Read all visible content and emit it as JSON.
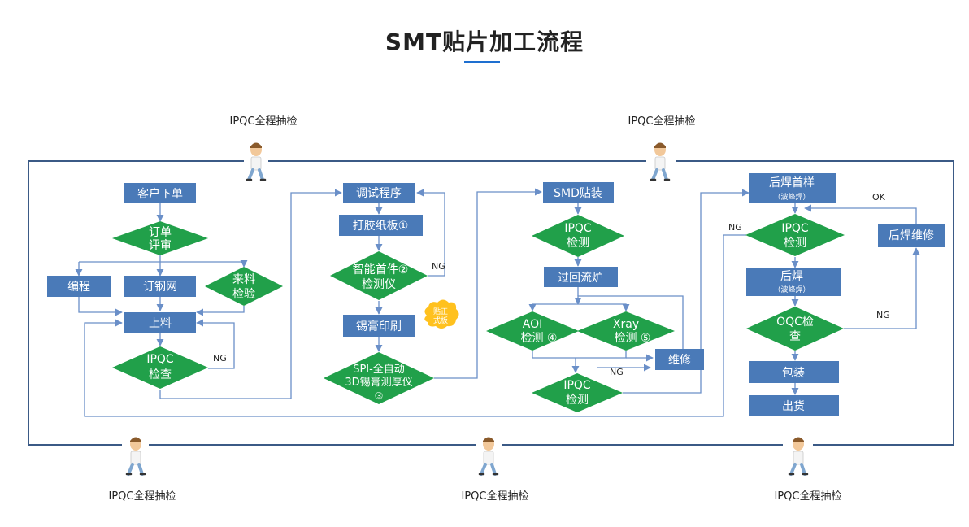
{
  "page": {
    "title": "SMT贴片加工流程"
  },
  "inspectors": {
    "top_left": "IPQC全程抽检",
    "top_right": "IPQC全程抽检",
    "bottom_left": "IPQC全程抽检",
    "bottom_middle": "IPQC全程抽检",
    "bottom_right": "IPQC全程抽检"
  },
  "stage1": {
    "order": "客户下单",
    "review_l1": "订单",
    "review_l2": "评审",
    "program": "编程",
    "stencil": "订钢网",
    "incoming_l1": "来料",
    "incoming_l2": "检验",
    "load": "上料",
    "ipqc_l1": "IPQC",
    "ipqc_l2": "检查",
    "ng": "NG"
  },
  "stage2": {
    "debug": "调试程序",
    "glue": "打胶纸板①",
    "first_l1": "智能首件②",
    "first_l2": "检测仪",
    "ng": "NG",
    "paste": "锡膏印刷",
    "trial_l1": "贴正",
    "trial_l2": "式板",
    "spi_l1": "SPI-全自动",
    "spi_l2": "3D锡膏测厚仪",
    "spi_l3": "③"
  },
  "stage3": {
    "smd": "SMD贴装",
    "ipqc_l1": "IPQC",
    "ipqc_l2": "检测",
    "reflow": "过回流炉",
    "aoi_l1": "AOI",
    "aoi_l2": "检测 ④",
    "xray_l1": "Xray",
    "xray_l2": "检测 ⑤",
    "repair": "维修",
    "ng": "NG",
    "ipqc2_l1": "IPQC",
    "ipqc2_l2": "检测"
  },
  "stage4": {
    "sample_l1": "后焊首样",
    "sample_l2": "（波峰焊）",
    "ipqc_l1": "IPQC",
    "ipqc_l2": "检测",
    "ok": "OK",
    "ng1": "NG",
    "rework": "后焊维修",
    "weld_l1": "后焊",
    "weld_l2": "（波峰焊）",
    "oqc_l1": "OQC检",
    "oqc_l2": "查",
    "ng2": "NG",
    "pack": "包装",
    "ship": "出货"
  }
}
